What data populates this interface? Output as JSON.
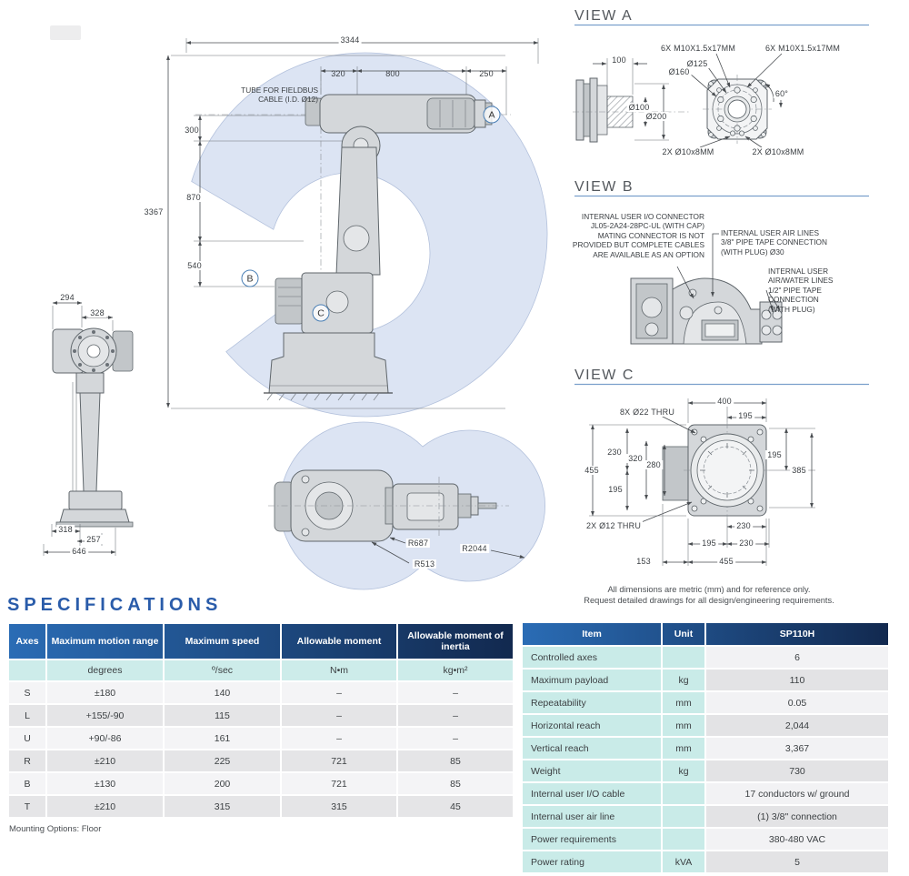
{
  "main_view": {
    "dim_width": "3344",
    "dim_height": "3367",
    "dim_320": "320",
    "dim_800": "800",
    "dim_250": "250",
    "dim_300": "300",
    "dim_870": "870",
    "dim_540": "540",
    "tube_note_line1": "TUBE FOR FIELDBUS",
    "tube_note_line2": "CABLE (I.D. Ø12)",
    "marker_a": "A",
    "marker_b": "B",
    "marker_c": "C"
  },
  "side_view": {
    "dim_294": "294",
    "dim_328": "328",
    "dim_318": "318",
    "dim_257": "257",
    "dim_646": "646"
  },
  "top_view": {
    "r687": "R687",
    "r513": "R513",
    "r2044": "R2044"
  },
  "view_a": {
    "title": "VIEW A",
    "bolts_left": "6X M10X1.5x17MM",
    "bolts_right": "6X M10X1.5x17MM",
    "dim_100": "100",
    "dia_125": "Ø125",
    "dia_160": "Ø160",
    "dia_100": "Ø100",
    "dia_200": "Ø200",
    "angle_60": "60°",
    "pins_left": "2X Ø10x8MM",
    "pins_right": "2X Ø10x8MM"
  },
  "view_b": {
    "title": "VIEW B",
    "io_lines": [
      "INTERNAL USER I/O CONNECTOR",
      "JL05-2A24-28PC-UL (WITH CAP)",
      "MATING CONNECTOR IS NOT",
      "PROVIDED BUT COMPLETE CABLES",
      "ARE AVAILABLE AS AN OPTION"
    ],
    "air_lines": [
      "INTERNAL USER AIR LINES",
      "3/8\" PIPE TAPE CONNECTION",
      "(WITH PLUG) Ø30"
    ],
    "water_lines": [
      "INTERNAL USER",
      "AIR/WATER LINES",
      "1/2\" PIPE TAPE",
      "CONNECTION",
      "(WITH PLUG)"
    ]
  },
  "view_c": {
    "title": "VIEW C",
    "holes_22": "8X Ø22 THRU",
    "holes_12": "2X Ø12 THRU",
    "dim_400": "400",
    "dim_195_top": "195",
    "dim_230_left": "230",
    "dim_320": "320",
    "dim_280": "280",
    "dim_455_left": "455",
    "dim_195_left": "195",
    "dim_195_right": "195",
    "dim_385": "385",
    "dim_230_mid": "230",
    "dim_195_bottom": "195",
    "dim_230_bottom": "230",
    "dim_153": "153",
    "dim_455_bottom": "455"
  },
  "note": {
    "line1": "All dimensions are metric (mm) and for reference only.",
    "line2": "Request detailed drawings for all design/engineering requirements."
  },
  "spec": {
    "title": "SPECIFICATIONS",
    "mounting": "Mounting Options: Floor",
    "left_table": {
      "headers": [
        "Axes",
        "Maximum motion range",
        "Maximum speed",
        "Allowable moment",
        "Allowable moment of inertia"
      ],
      "units": [
        "",
        "degrees",
        "º/sec",
        "N•m",
        "kg•m²"
      ],
      "rows": [
        [
          "S",
          "±180",
          "140",
          "–",
          "–"
        ],
        [
          "L",
          "+155/-90",
          "115",
          "–",
          "–"
        ],
        [
          "U",
          "+90/-86",
          "161",
          "–",
          "–"
        ],
        [
          "R",
          "±210",
          "225",
          "721",
          "85"
        ],
        [
          "B",
          "±130",
          "200",
          "721",
          "85"
        ],
        [
          "T",
          "±210",
          "315",
          "315",
          "45"
        ]
      ]
    },
    "right_table": {
      "headers": [
        "Item",
        "Unit",
        "SP110H"
      ],
      "rows": [
        [
          "Controlled axes",
          "",
          "6"
        ],
        [
          "Maximum payload",
          "kg",
          "110"
        ],
        [
          "Repeatability",
          "mm",
          "0.05"
        ],
        [
          "Horizontal reach",
          "mm",
          "2,044"
        ],
        [
          "Vertical reach",
          "mm",
          "3,367"
        ],
        [
          "Weight",
          "kg",
          "730"
        ],
        [
          "Internal user I/O cable",
          "",
          "17 conductors w/ ground"
        ],
        [
          "Internal user air line",
          "",
          "(1) 3/8\" connection"
        ],
        [
          "Power requirements",
          "",
          "380-480 VAC"
        ],
        [
          "Power rating",
          "kVA",
          "5"
        ]
      ]
    }
  }
}
